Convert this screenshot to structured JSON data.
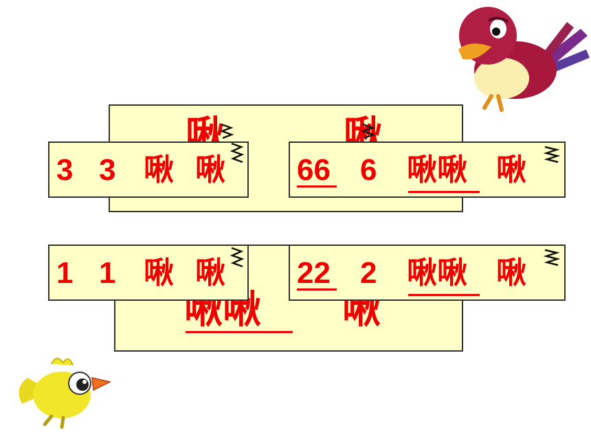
{
  "colors": {
    "accent": "#ee0000",
    "card_bg": "#ffffc8",
    "border": "#333333"
  },
  "icons": [
    "red-bird-icon",
    "yellow-bird-icon",
    "sound-wave-icon"
  ],
  "top_box": {
    "left_char": "啾",
    "right_char": "啾"
  },
  "bottom_box": {
    "underlined": "啾啾",
    "single": "啾"
  },
  "cards": [
    {
      "n1": "3",
      "n2": "3",
      "w1": "啾",
      "w2": "啾"
    },
    {
      "n1": "66",
      "n2": "6",
      "w1": "啾啾",
      "w2": "啾"
    },
    {
      "n1": "1",
      "n2": "1",
      "w1": "啾",
      "w2": "啾"
    },
    {
      "n1": "22",
      "n2": "2",
      "w1": "啾啾",
      "w2": "啾"
    }
  ]
}
